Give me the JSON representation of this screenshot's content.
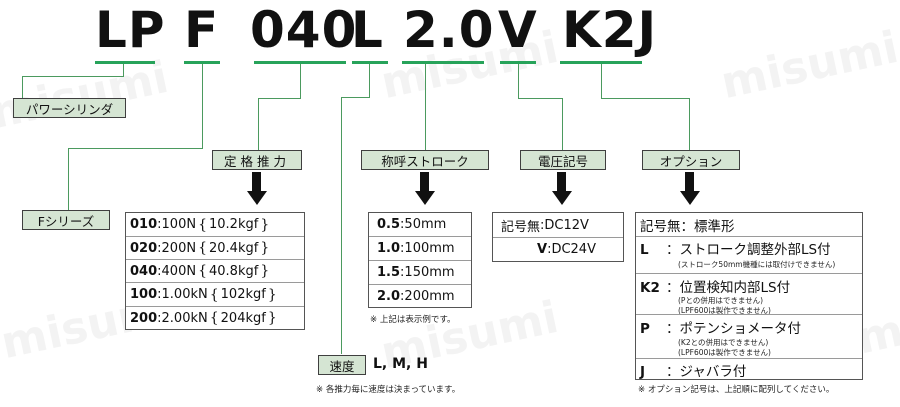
{
  "code": {
    "parts": [
      "LP",
      "F",
      "040",
      "L",
      "2.0",
      "V",
      "K2J"
    ]
  },
  "labels": {
    "power_cylinder": "パワーシリンダ",
    "f_series": "Fシリーズ",
    "rated_thrust": "定格推力",
    "stroke": "称呼ストローク",
    "voltage": "電圧記号",
    "option": "オプション",
    "speed": "速度",
    "speed_values": "L, M, H"
  },
  "thrust": {
    "rows": [
      {
        "code": "010",
        "force": "100N",
        "kgf": "10.2kgf"
      },
      {
        "code": "020",
        "force": "200N",
        "kgf": "20.4kgf"
      },
      {
        "code": "040",
        "force": "400N",
        "kgf": "40.8kgf"
      },
      {
        "code": "100",
        "force": "1.00kN",
        "kgf": "102kgf"
      },
      {
        "code": "200",
        "force": "2.00kN",
        "kgf": "204kgf"
      }
    ],
    "sep": ":",
    "brace_open": "{",
    "brace_close": "}"
  },
  "stroke": {
    "rows": [
      {
        "code": "0.5",
        "value": "50mm"
      },
      {
        "code": "1.0",
        "value": "100mm"
      },
      {
        "code": "1.5",
        "value": "150mm"
      },
      {
        "code": "2.0",
        "value": "200mm"
      }
    ],
    "sep": ":",
    "note": "※ 上記は表示例です。"
  },
  "voltage": {
    "row1_key": "記号無",
    "row1_val": "DC12V",
    "row2_key": "V",
    "row2_val": "DC24V",
    "sep": ":"
  },
  "options": {
    "header": "記号無：標準形",
    "items": [
      {
        "key": "L",
        "desc": "：ストローク調整外部LS付",
        "notes": [
          "(ストローク50mm機種には取付けできません)"
        ]
      },
      {
        "key": "K2",
        "desc": "：位置検知内部LS付",
        "notes": [
          "(Pとの併用はできません)",
          "(LPF600は製作できません)"
        ]
      },
      {
        "key": "P",
        "desc": "：ポテンショメータ付",
        "notes": [
          "(K2との併用はできません)",
          "(LPF600は製作できません)"
        ]
      },
      {
        "key": "J",
        "desc": "：ジャバラ付",
        "notes": []
      }
    ],
    "note": "※ オプション記号は、上記順に配列してください。"
  },
  "speed_note": "※ 各推力毎に速度は決まっています。",
  "watermark": "misumi",
  "colors": {
    "underline": "#27a35a",
    "connector": "#4b9a5e",
    "label_bg": "#d5e5d3"
  }
}
